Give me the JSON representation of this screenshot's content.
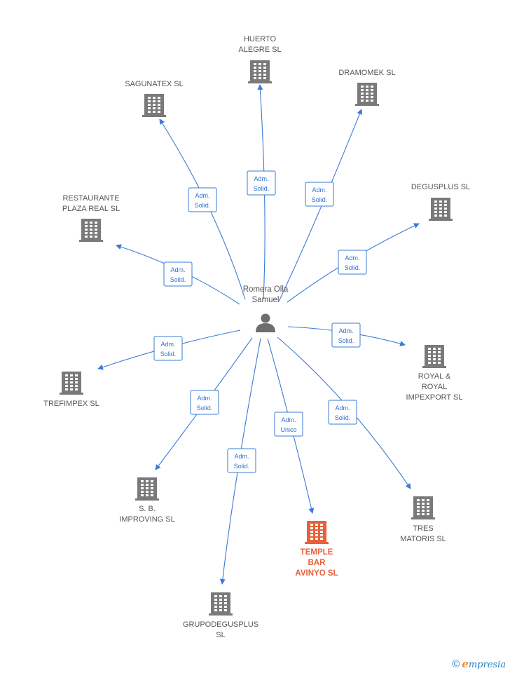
{
  "center": {
    "name_lines": [
      "Romera Olla",
      "Samuel"
    ]
  },
  "companies": [
    {
      "id": "huerto",
      "lines": [
        "HUERTO",
        "ALEGRE  SL"
      ],
      "role_lines": [
        "Adm.",
        "Solid."
      ],
      "highlight": false
    },
    {
      "id": "dramomek",
      "lines": [
        "DRAMOMEK  SL"
      ],
      "role_lines": [
        "Adm.",
        "Solid."
      ],
      "highlight": false
    },
    {
      "id": "sagunatex",
      "lines": [
        "SAGUNATEX  SL"
      ],
      "role_lines": [
        "Adm.",
        "Solid."
      ],
      "highlight": false
    },
    {
      "id": "degusplus",
      "lines": [
        "DEGUSPLUS  SL"
      ],
      "role_lines": [
        "Adm.",
        "Solid."
      ],
      "highlight": false
    },
    {
      "id": "restaurante",
      "lines": [
        "RESTAURANTE",
        "PLAZA REAL  SL"
      ],
      "role_lines": [
        "Adm.",
        "Solid."
      ],
      "highlight": false
    },
    {
      "id": "royal",
      "lines": [
        "ROYAL &",
        "ROYAL",
        "IMPEXPORT SL"
      ],
      "role_lines": [
        "Adm.",
        "Solid."
      ],
      "highlight": false
    },
    {
      "id": "trefimpex",
      "lines": [
        "TREFIMPEX  SL"
      ],
      "role_lines": [
        "Adm.",
        "Solid."
      ],
      "highlight": false
    },
    {
      "id": "sbimproving",
      "lines": [
        "S.  B.",
        "IMPROVING  SL"
      ],
      "role_lines": [
        "Adm.",
        "Solid."
      ],
      "highlight": false
    },
    {
      "id": "tresmatoris",
      "lines": [
        "TRES",
        "MATORIS SL"
      ],
      "role_lines": [
        "Adm.",
        "Solid."
      ],
      "highlight": false
    },
    {
      "id": "temple",
      "lines": [
        "TEMPLE",
        "BAR",
        "AVINYO  SL"
      ],
      "role_lines": [
        "Adm.",
        "Unico"
      ],
      "highlight": true
    },
    {
      "id": "grupodegusplus",
      "lines": [
        "GRUPODEGUSPLUS",
        "SL"
      ],
      "role_lines": [
        "Adm.",
        "Solid."
      ],
      "highlight": false
    }
  ],
  "colors": {
    "edge": "#3a7bd5",
    "building": "#7a7a7a",
    "highlight": "#e8613a",
    "person": "#6e6e6e"
  },
  "footer": {
    "copyright": "©",
    "brand_initial": "e",
    "brand_rest": "mpresia"
  }
}
